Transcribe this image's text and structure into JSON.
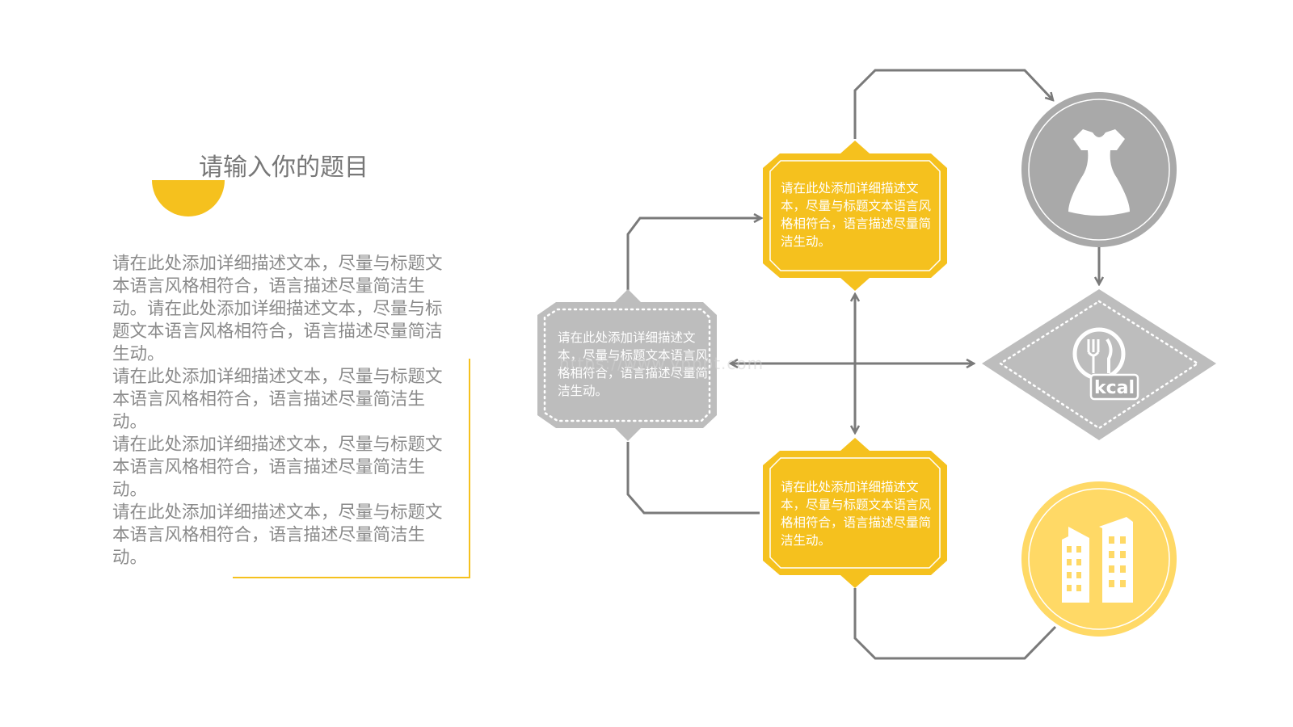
{
  "slide": {
    "title": "请输入你的题目",
    "paragraphs": [
      "请在此处添加详细描述文本，尽量与标题文本语言风格相符合，语言描述尽量简洁生动。请在此处添加详细描述文本，尽量与标题文本语言风格相符合，语言描述尽量简洁生动。",
      "请在此处添加详细描述文本，尽量与标题文本语言风格相符合，语言描述尽量简洁生动。",
      "请在此处添加详细描述文本，尽量与标题文本语言风格相符合，语言描述尽量简洁生动。",
      "请在此处添加详细描述文本，尽量与标题文本语言风格相符合，语言描述尽量简洁生动。"
    ]
  },
  "diagram": {
    "boxes": {
      "top": "请在此处添加详细描述文本，尽量与标题文本语言风格相符合，语言描述尽量简洁生动。",
      "left": "请在此处添加详细描述文本，尽量与标题文本语言风格相符合，语言描述尽量简洁生动。",
      "bottom": "请在此处添加详细描述文本，尽量与标题文本语言风格相符合，语言描述尽量简洁生动。"
    },
    "kcal_label": "kcal",
    "icons": [
      "dress-icon",
      "fork-knife-kcal-icon",
      "buildings-icon"
    ]
  },
  "watermark": "https://www.ypppt.com",
  "colors": {
    "yellow": "#F5C11E",
    "gray": "#BDBDBD",
    "dark_gray": "#A9A9A9",
    "line": "#7a7a7a",
    "light_yellow": "#FFD966"
  }
}
